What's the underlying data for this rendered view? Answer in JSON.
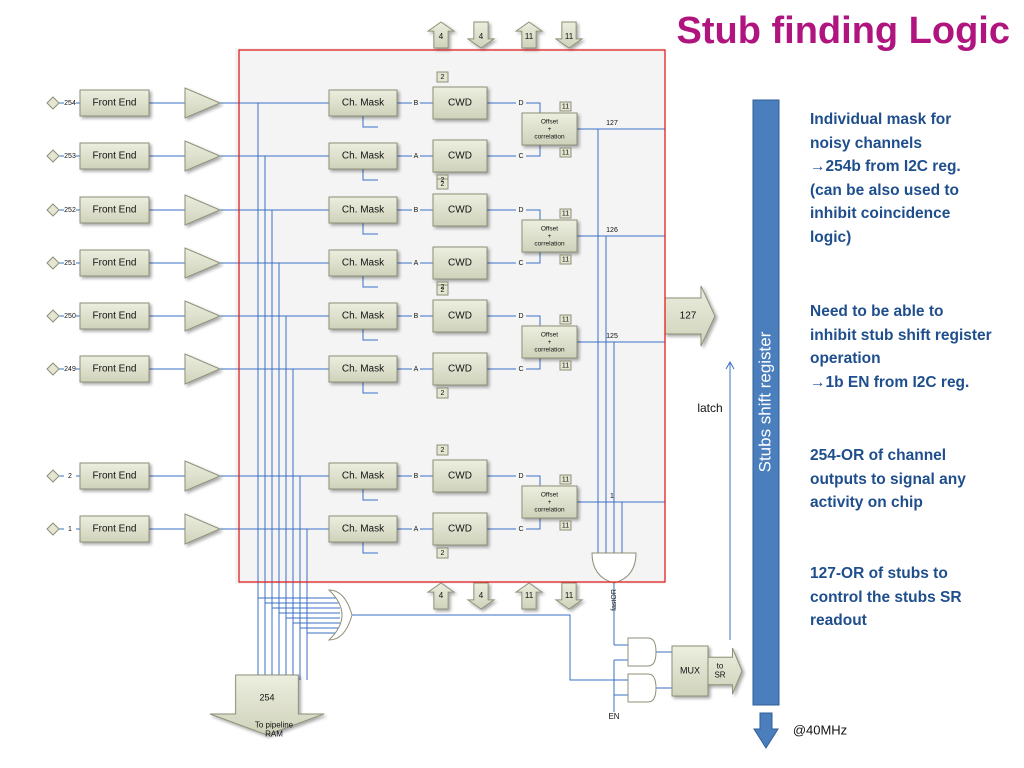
{
  "slide": {
    "title": "Stub finding Logic"
  },
  "diagram": {
    "channels": [
      {
        "id": "254",
        "front_end": "Front End",
        "mask": "Ch. Mask",
        "mask_pin": "B",
        "cwd": "CWD",
        "cwd_width": "2",
        "cwd_out": "D"
      },
      {
        "id": "253",
        "front_end": "Front End",
        "mask": "Ch. Mask",
        "mask_pin": "A",
        "cwd": "CWD",
        "cwd_width": "2",
        "cwd_out": "C"
      },
      {
        "id": "252",
        "front_end": "Front End",
        "mask": "Ch. Mask",
        "mask_pin": "B",
        "cwd": "CWD",
        "cwd_width": "2",
        "cwd_out": "D"
      },
      {
        "id": "251",
        "front_end": "Front End",
        "mask": "Ch. Mask",
        "mask_pin": "A",
        "cwd": "CWD",
        "cwd_width": "2",
        "cwd_out": "C"
      },
      {
        "id": "250",
        "front_end": "Front End",
        "mask": "Ch. Mask",
        "mask_pin": "B",
        "cwd": "CWD",
        "cwd_width": "2",
        "cwd_out": "D"
      },
      {
        "id": "249",
        "front_end": "Front End",
        "mask": "Ch. Mask",
        "mask_pin": "A",
        "cwd": "CWD",
        "cwd_width": "2",
        "cwd_out": "C"
      },
      {
        "id": "2",
        "front_end": "Front End",
        "mask": "Ch. Mask",
        "mask_pin": "B",
        "cwd": "CWD",
        "cwd_width": "2",
        "cwd_out": "D"
      },
      {
        "id": "1",
        "front_end": "Front End",
        "mask": "Ch. Mask",
        "mask_pin": "A",
        "cwd": "CWD",
        "cwd_width": "2",
        "cwd_out": "C"
      }
    ],
    "correlators": [
      {
        "label": "Offset\n+\ncorrelation",
        "width": "11",
        "output": "127"
      },
      {
        "label": "Offset\n+\ncorrelation",
        "width": "11",
        "output": "126"
      },
      {
        "label": "Offset\n+\ncorrelation",
        "width": "11",
        "output": "125"
      },
      {
        "label": "Offset\n+\ncorrelation",
        "width": "11",
        "output": "1"
      }
    ],
    "top_arrows": [
      "4",
      "4",
      "11",
      "11"
    ],
    "bottom_arrows": [
      "4",
      "4",
      "11",
      "11"
    ],
    "stub_output": "127",
    "fast_or": "fastOR",
    "mux": "MUX",
    "to_sr": "to\nSR",
    "enable": "EN",
    "latch": "latch",
    "shift_register": "Stubs shift register",
    "clock": "@40MHz",
    "pipeline_bits": "254",
    "pipeline_label": "To pipeline\nRAM"
  },
  "notes": [
    "Individual mask for\nnoisy channels\n→254b from I2C reg.\n(can be also used to\ninhibit coincidence\nlogic)",
    "Need to be able to\ninhibit stub shift register\noperation\n→1b EN from I2C reg.",
    "254-OR of channel\noutputs to signal any\nactivity on chip",
    "127-OR of stubs to\ncontrol the stubs SR\nreadout"
  ],
  "colors": {
    "title": "#b0157f",
    "notes_text": "#1f4e8c",
    "shift_register": "#4a7ebd",
    "boundary": "#e02020",
    "wires": "#3a6fc4",
    "blocks": "#d6d8c2"
  }
}
